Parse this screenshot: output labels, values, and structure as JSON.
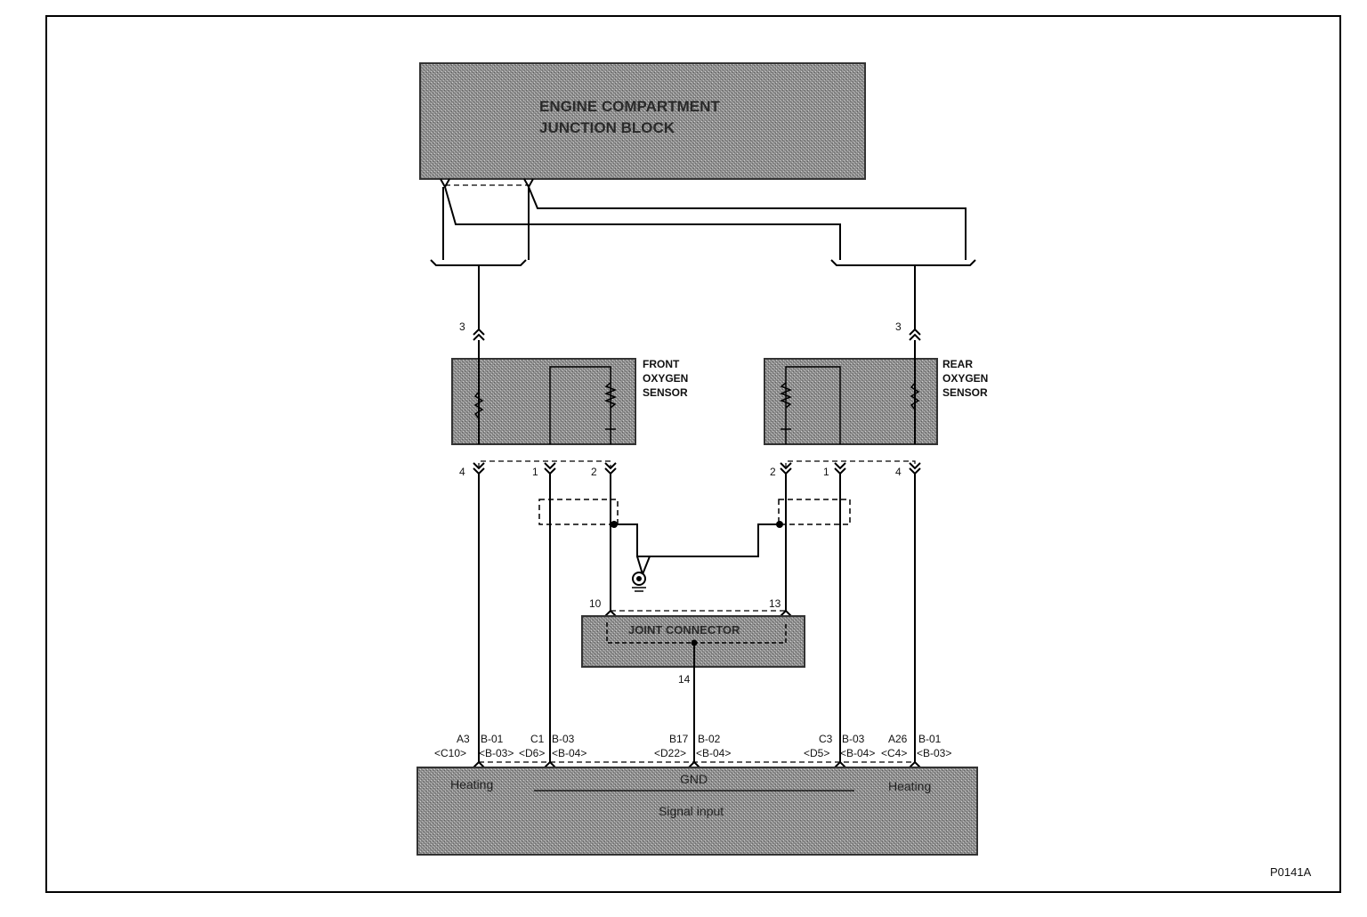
{
  "figure_code": "P0141A",
  "junction_block": {
    "line1": "ENGINE COMPARTMENT",
    "line2": "JUNCTION BLOCK"
  },
  "front_sensor": {
    "line1": "FRONT",
    "line2": "OXYGEN",
    "line3": "SENSOR",
    "pin_top": "3",
    "pin_heater": "4",
    "pin_signal": "1",
    "pin_ground": "2"
  },
  "rear_sensor": {
    "line1": "REAR",
    "line2": "OXYGEN",
    "line3": "SENSOR",
    "pin_top": "3",
    "pin_heater": "4",
    "pin_signal": "1",
    "pin_ground": "2"
  },
  "joint_connector": {
    "label": "JOINT CONNECTOR",
    "pin_left": "10",
    "pin_right": "13",
    "pin_bottom": "14"
  },
  "ecm_pins": [
    {
      "pin": "A3",
      "code": "B-01",
      "conn": "<C10>",
      "conn2": "<B-03>"
    },
    {
      "pin": "C1",
      "code": "B-03",
      "conn": "<D6>",
      "conn2": "<B-04>"
    },
    {
      "pin": "B17",
      "code": "B-02",
      "conn": "<D22>",
      "conn2": "<B-04>"
    },
    {
      "pin": "C3",
      "code": "B-03",
      "conn": "<D5>",
      "conn2": "<B-04>"
    },
    {
      "pin": "A26",
      "code": "B-01",
      "conn": "<C4>",
      "conn2": "<B-03>"
    }
  ],
  "ecm": {
    "left_label": "Heating",
    "center_label": "GND",
    "right_label": "Heating",
    "signal_label": "Signal input"
  }
}
